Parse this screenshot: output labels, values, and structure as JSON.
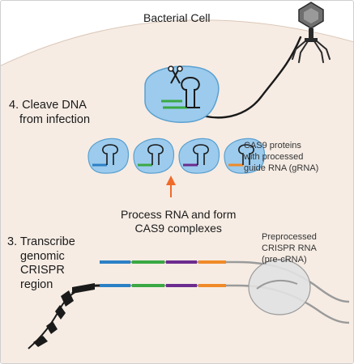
{
  "cell_title": "Bacterial Cell",
  "step4": {
    "line1": "4. Cleave DNA",
    "line2": "from infection"
  },
  "cas9_label": {
    "line1": "CAS9 proteins",
    "line2": "with processed",
    "line3": "guide RNA (gRNA)"
  },
  "process": {
    "line1": "Process RNA and form",
    "line2": "CAS9 complexes"
  },
  "step3": {
    "line1": "3. Transcribe",
    "line2": "genomic",
    "line3": "CRISPR",
    "line4": "region"
  },
  "precrna_label": {
    "line1": "Preprocessed",
    "line2": "CRISPR RNA",
    "line3": "(pre-cRNA)"
  },
  "colors": {
    "cell_fill": "#f6ece4",
    "complex_fill": "#9ccbed",
    "complex_stroke": "#5aa0d0",
    "blue_segment": "#2b80c5",
    "green_segment": "#3aa843",
    "purple_segment": "#6c2c8f",
    "orange_segment": "#f08a28",
    "arrow": "#f06a2a",
    "dna_gray": "#999999"
  }
}
